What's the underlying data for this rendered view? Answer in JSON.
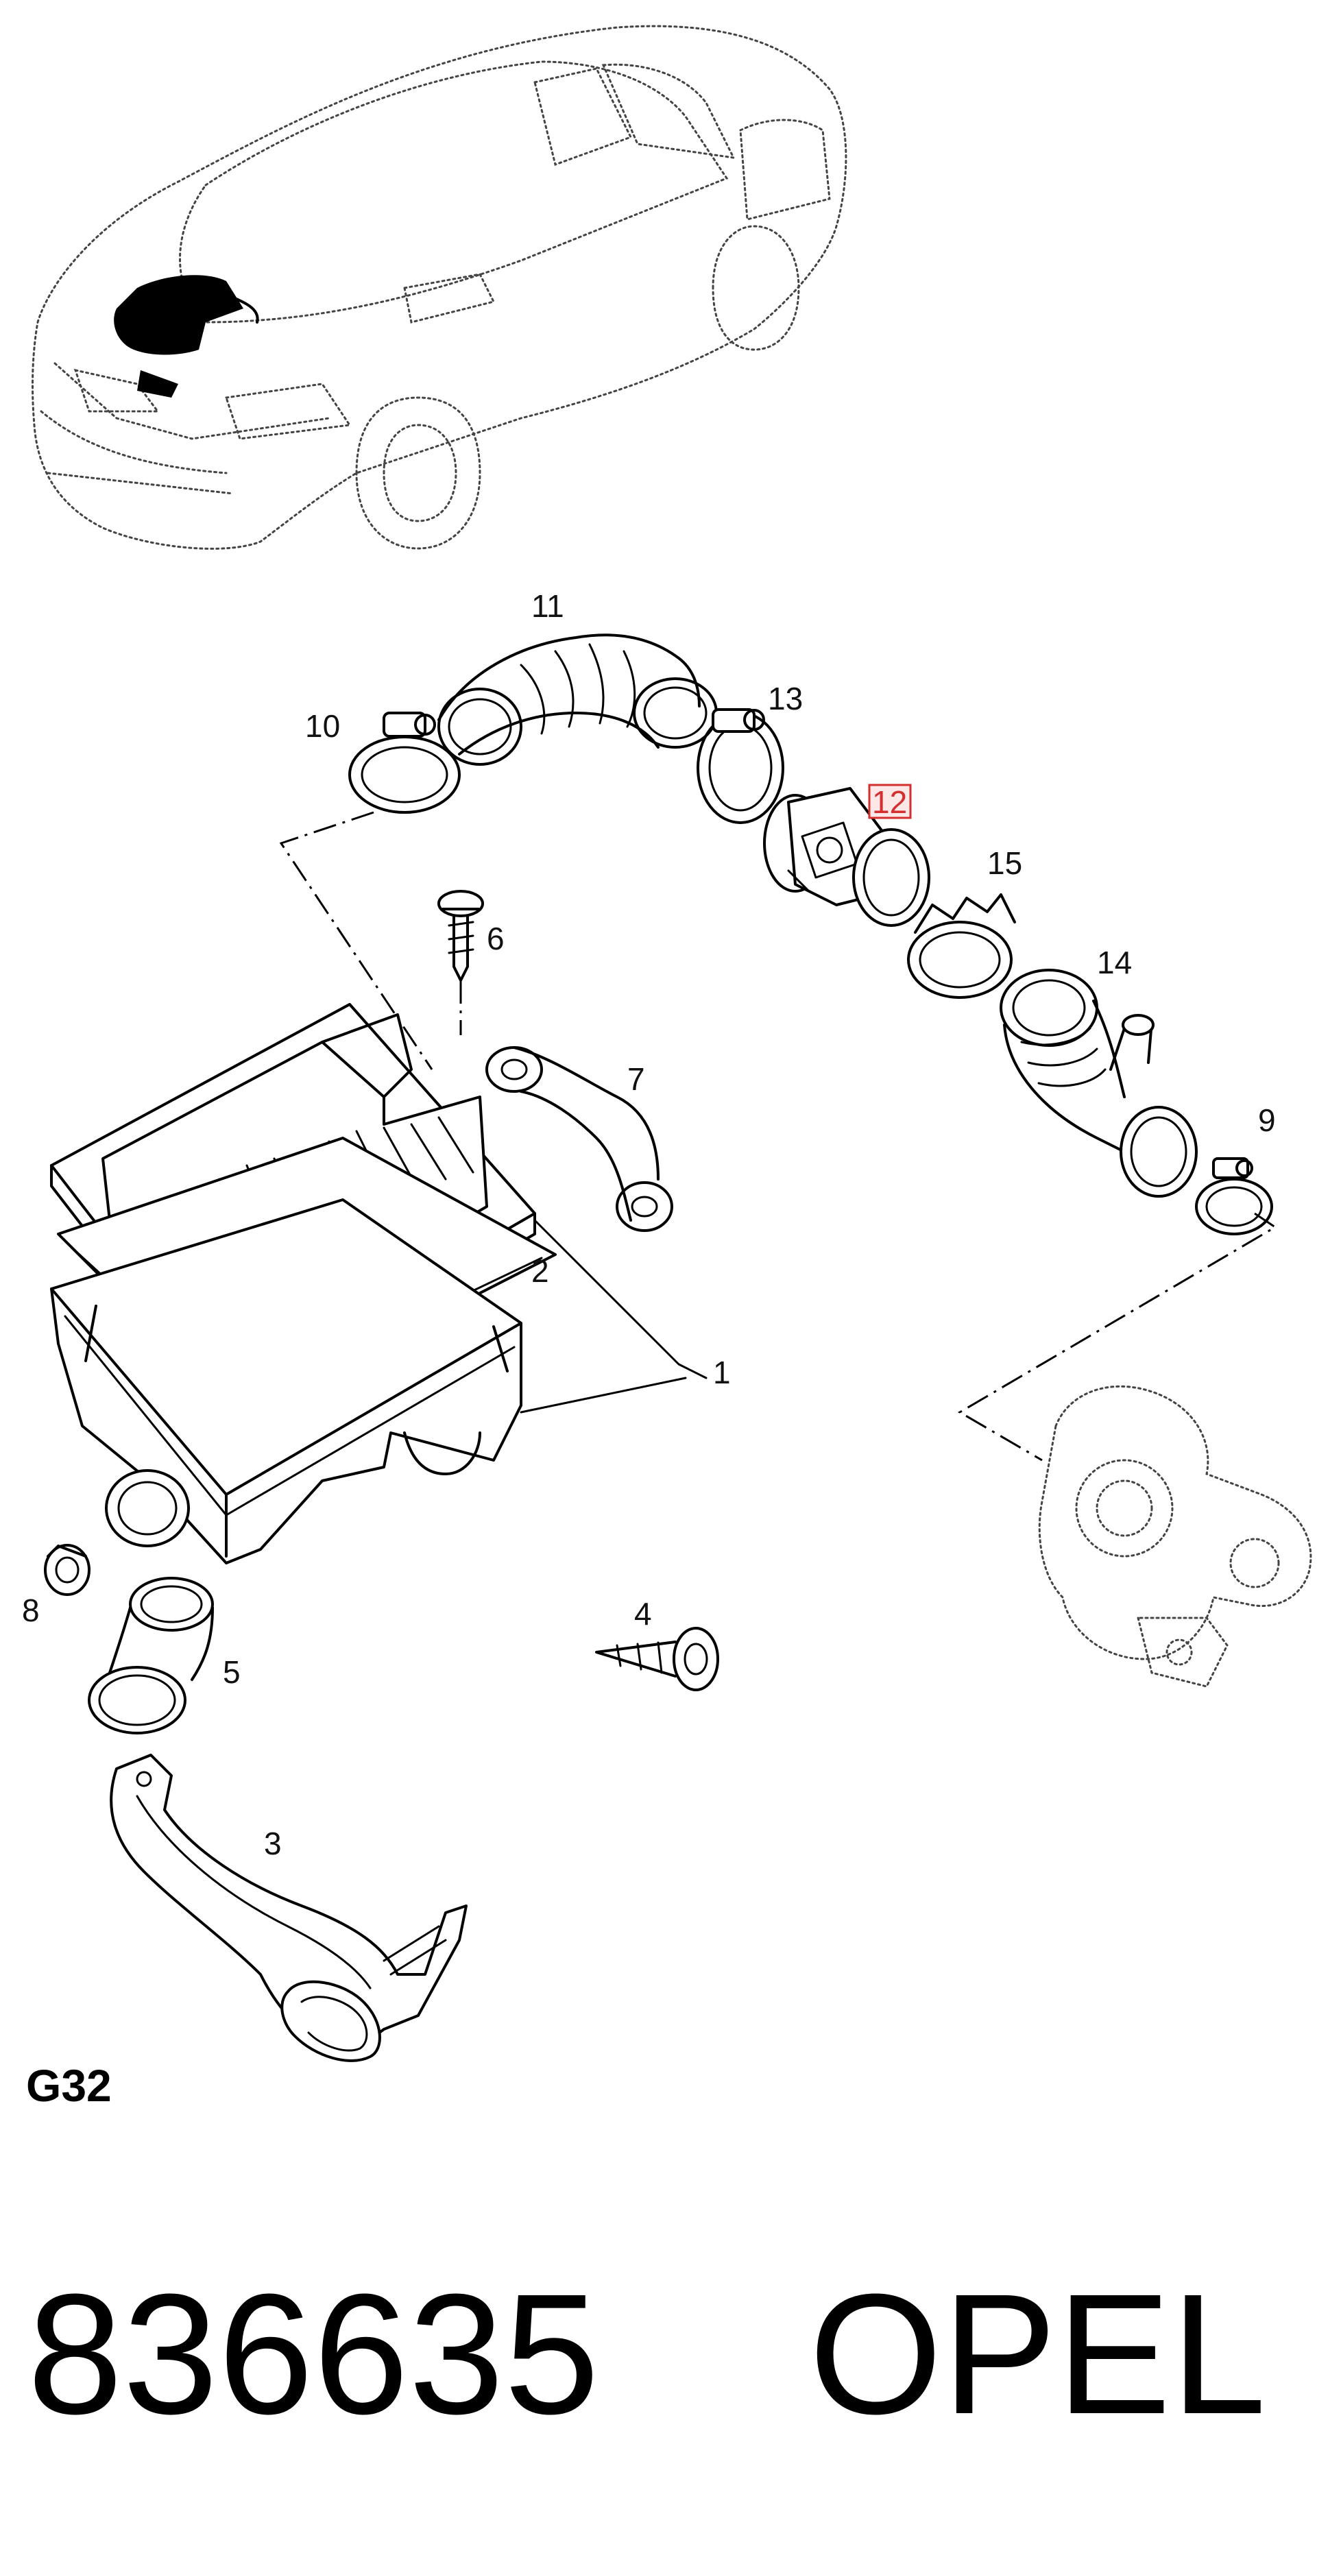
{
  "diagram": {
    "sheet_code": "G32",
    "part_number": "836635",
    "brand": "OPEL",
    "highlighted_callout": "12",
    "callouts": [
      "1",
      "2",
      "3",
      "4",
      "5",
      "6",
      "7",
      "8",
      "9",
      "10",
      "11",
      "12",
      "13",
      "14",
      "15"
    ],
    "colors": {
      "ink": "#000000",
      "highlight": "#d32f2f",
      "highlight_fill": "#fde7e7"
    }
  }
}
